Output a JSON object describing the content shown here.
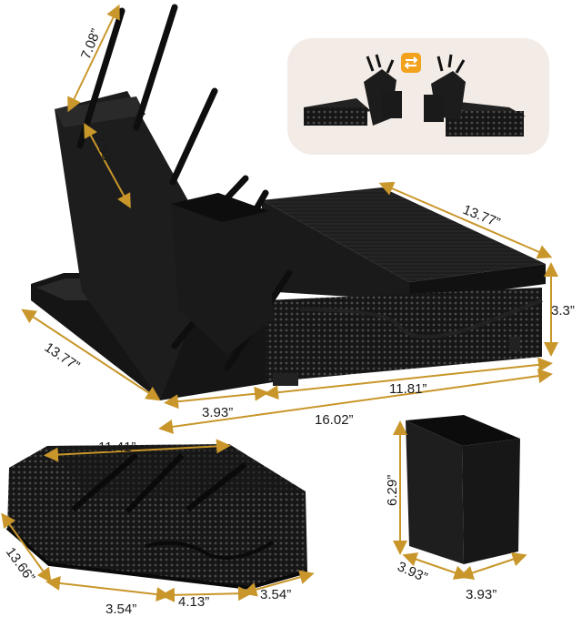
{
  "dimensions": {
    "holder_height": "7.08”",
    "holder_width": "3.93”",
    "stand_depth": "13.77”",
    "stand_height": "3.3”",
    "stand_left_depth": "13.77”",
    "left_gap": "3.93”",
    "drawer_width": "11.81”",
    "total_width": "16.02”",
    "tray_width": "11.41”",
    "tray_depth": "13.66”",
    "tray_left": "3.54”",
    "tray_middle": "4.13”",
    "tray_right": "3.54”",
    "cup_height": "6.29”",
    "cup_depth": "3.93”",
    "cup_width": "3.93”"
  },
  "colors": {
    "accent": "#c8962a",
    "product": "#1c1c1c",
    "inset_bg": "#f3ebe6",
    "swap_badge": "#f2a21c"
  },
  "icons": [
    "swap-arrows-icon"
  ]
}
